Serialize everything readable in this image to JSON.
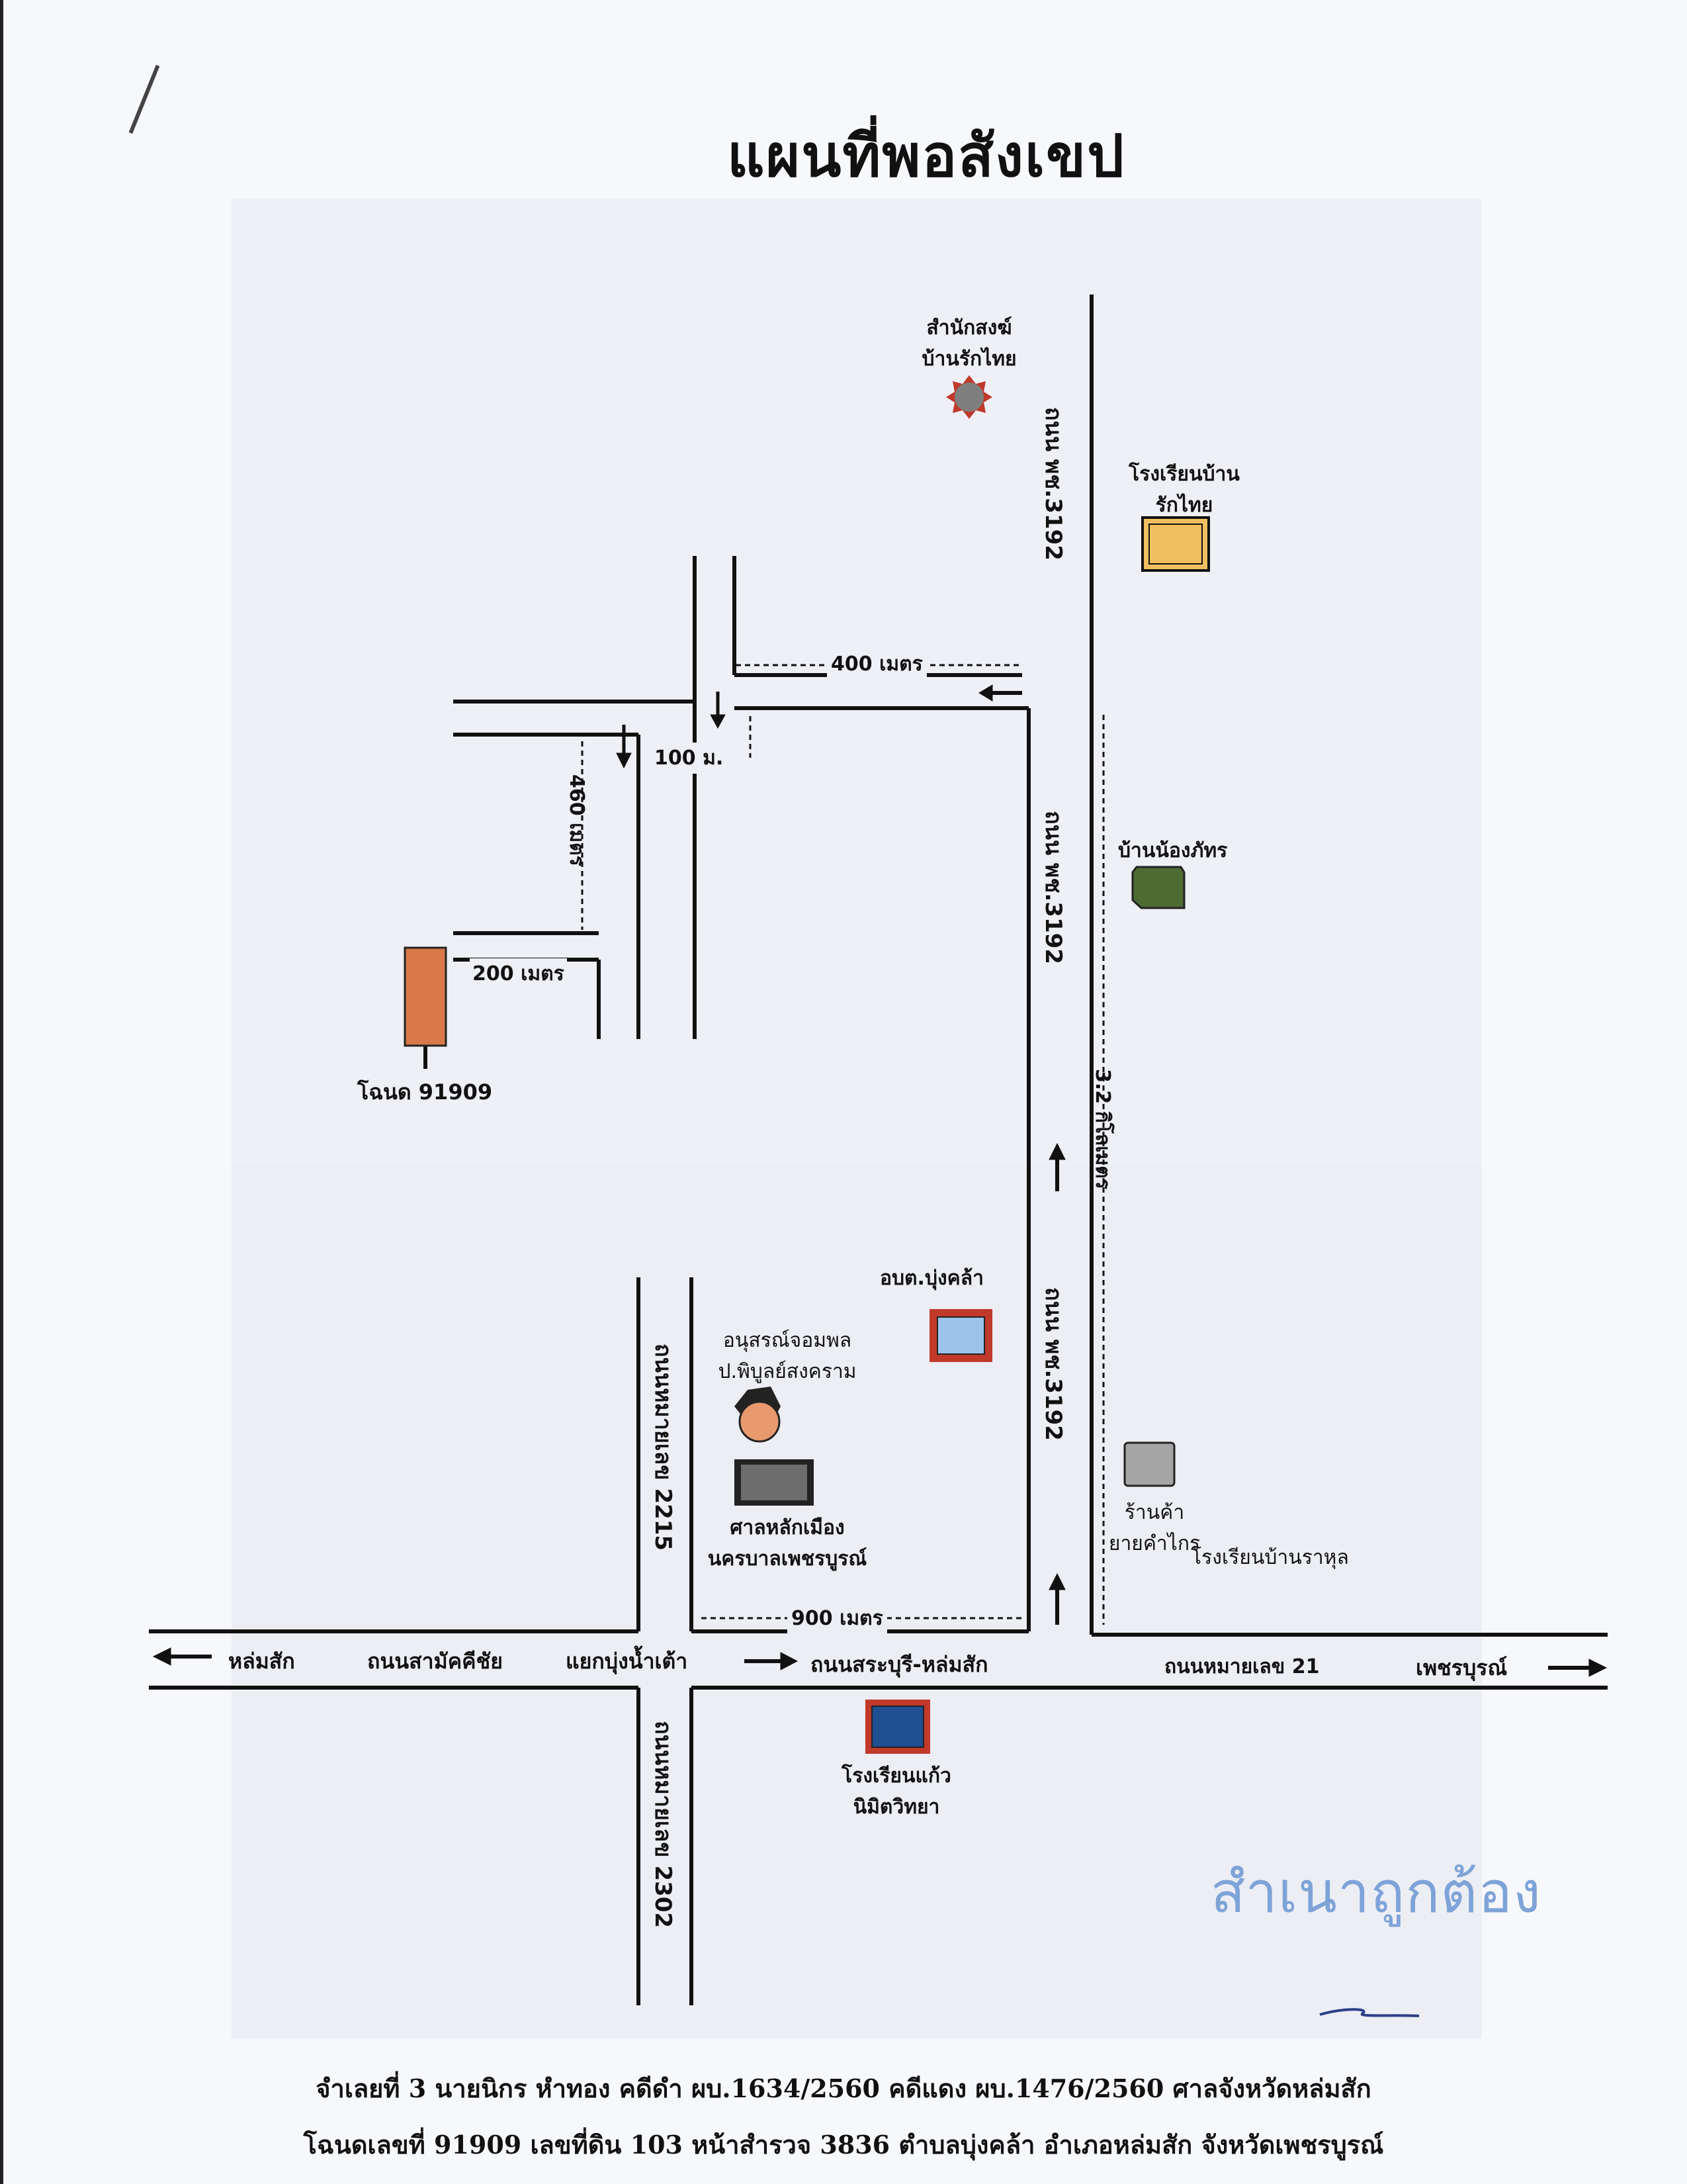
{
  "title": "แผนที่พอสังเขป",
  "roads": {
    "main_vertical_top": "ถนน พช.3192",
    "main_vertical_mid": "ถนน พช.3192",
    "main_vertical_bottom": "ถนน พช.3192",
    "route_2215": "ถนนหมายเลข 2215",
    "route_2302": "ถนนหมายเลข 2302",
    "samakkhi": "ถนนสามัคคีชัย",
    "saraburi_lomsak": "ถนนสระบุรี-หล่มสัก",
    "route_21": "ถนนหมายเลข 21"
  },
  "directions": {
    "lomsak": "หล่มสัก",
    "phetchabun": "เพชรบุรณ์",
    "junction": "แยกบุ่งน้ำเต้า"
  },
  "distances": {
    "d400": "400 เมตร",
    "d100": "100 ม.",
    "d460": "460 เมตร",
    "d200": "200 เมตร",
    "d900": "900 เมตร",
    "d3_2": "3.2 กิโลเมตร"
  },
  "landmarks": {
    "samnak_line1": "สำนักสงฆ์",
    "samnak_line2": "บ้านรักไทย",
    "school_rakthai_line1": "โรงเรียนบ้าน",
    "school_rakthai_line2": "รักไทย",
    "ban_nongphat": "บ้านน้องภัทร",
    "deed": "โฉนด 91909",
    "obt": "อบต.บุ่งคล้า",
    "monument_line1": "อนุสรณ์จอมพล",
    "monument_line2": "ป.พิบูลย์สงคราม",
    "shrine_line1": "ศาลหลักเมือง",
    "shrine_line2": "นครบาลเพชรบูรณ์",
    "shop_line1": "ร้านค้า",
    "shop_line2": "ยายคำไกร",
    "school_rahul": "โรงเรียนบ้านราหุล",
    "school_kaew_line1": "โรงเรียนแก้ว",
    "school_kaew_line2": "นิมิตวิทยา"
  },
  "colors": {
    "road": "#111111",
    "samnak": "#7f7f7f",
    "samnak_star": "#c0392b",
    "school_rakthai": "#f0c060",
    "ban_nongphat": "#4e6b32",
    "deed": "#d9794a",
    "obt": "#9cc3ec",
    "obt_border": "#c0392b",
    "monument": "#e8996e",
    "shrine": "#6d6d6d",
    "shop": "#a5a5a5",
    "school_kaew": "#1f4e91",
    "school_kaew_border": "#c0392b"
  },
  "stamp": "สำเนาถูกต้อง",
  "footer": {
    "line1": "จำเลยที่ 3 นายนิกร หำทอง  คดีดำ ผบ.1634/2560 คดีแดง ผบ.1476/2560 ศาลจังหวัดหล่มสัก",
    "line2": "โฉนดเลขที่ 91909 เลขที่ดิน 103 หน้าสำรวจ 3836 ตำบลบุ่งคล้า อำเภอหล่มสัก จังหวัดเพชรบูรณ์"
  }
}
